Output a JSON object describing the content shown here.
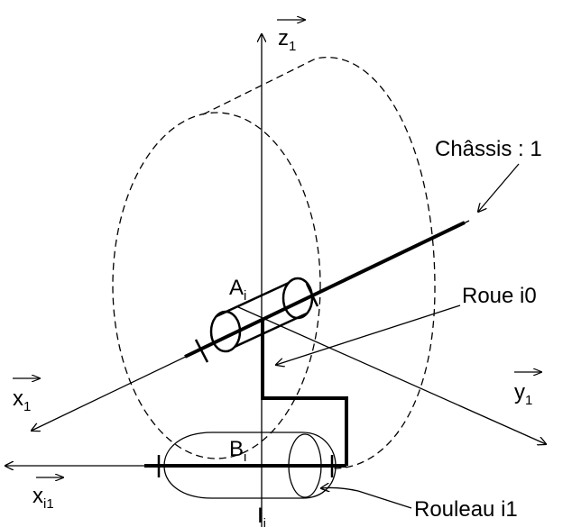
{
  "labels": {
    "z1": {
      "main": "z",
      "sub": "1"
    },
    "x1": {
      "main": "x",
      "sub": "1"
    },
    "y1": {
      "main": "y",
      "sub": "1"
    },
    "xi1": {
      "main": "x",
      "sub": "i1"
    },
    "Ai": {
      "main": "A",
      "sub": "i"
    },
    "Bi": {
      "main": "B",
      "sub": "i"
    },
    "Ii": {
      "main": "I",
      "sub": "i"
    },
    "chassis": "Châssis : 1",
    "roue": "Roue i0",
    "rouleau": "Rouleau i1"
  }
}
